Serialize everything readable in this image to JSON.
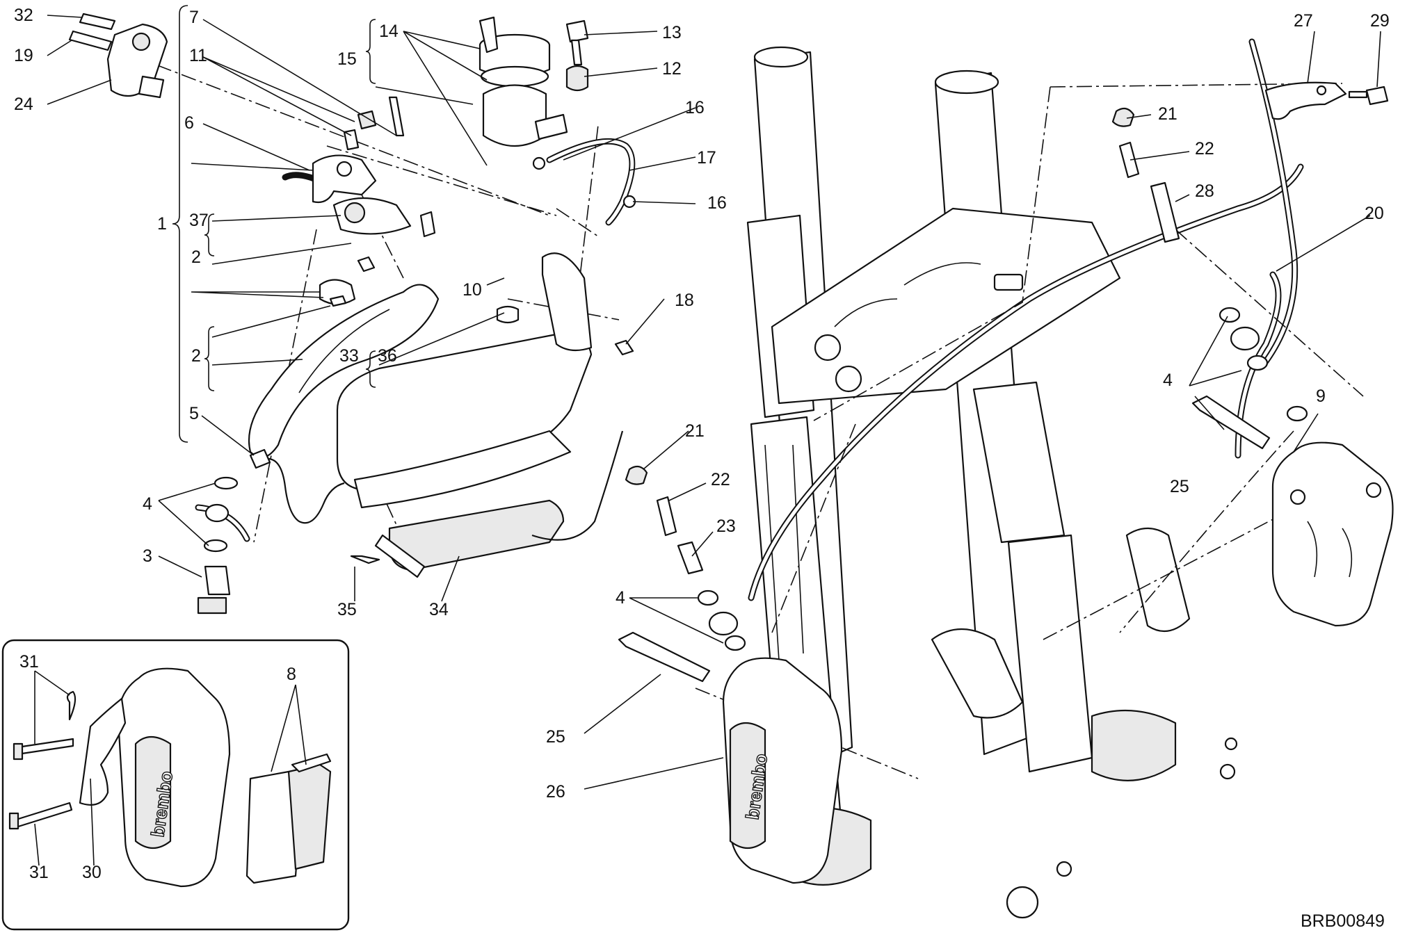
{
  "diagram_code": "BRB00849",
  "inset": {
    "part_numbers": [
      "31",
      "8",
      "31",
      "30"
    ],
    "caliper_brand": "brembo"
  },
  "callouts": [
    "32",
    "19",
    "24",
    "7",
    "11",
    "6",
    "1",
    "37",
    "2",
    "2",
    "5",
    "4",
    "3",
    "14",
    "15",
    "13",
    "12",
    "16",
    "17",
    "16",
    "10",
    "18",
    "36",
    "33",
    "34",
    "35",
    "21",
    "22",
    "23",
    "4",
    "25",
    "26",
    "27",
    "29",
    "21",
    "22",
    "28",
    "20",
    "4",
    "9",
    "25"
  ],
  "caliper_brand": "brembo"
}
